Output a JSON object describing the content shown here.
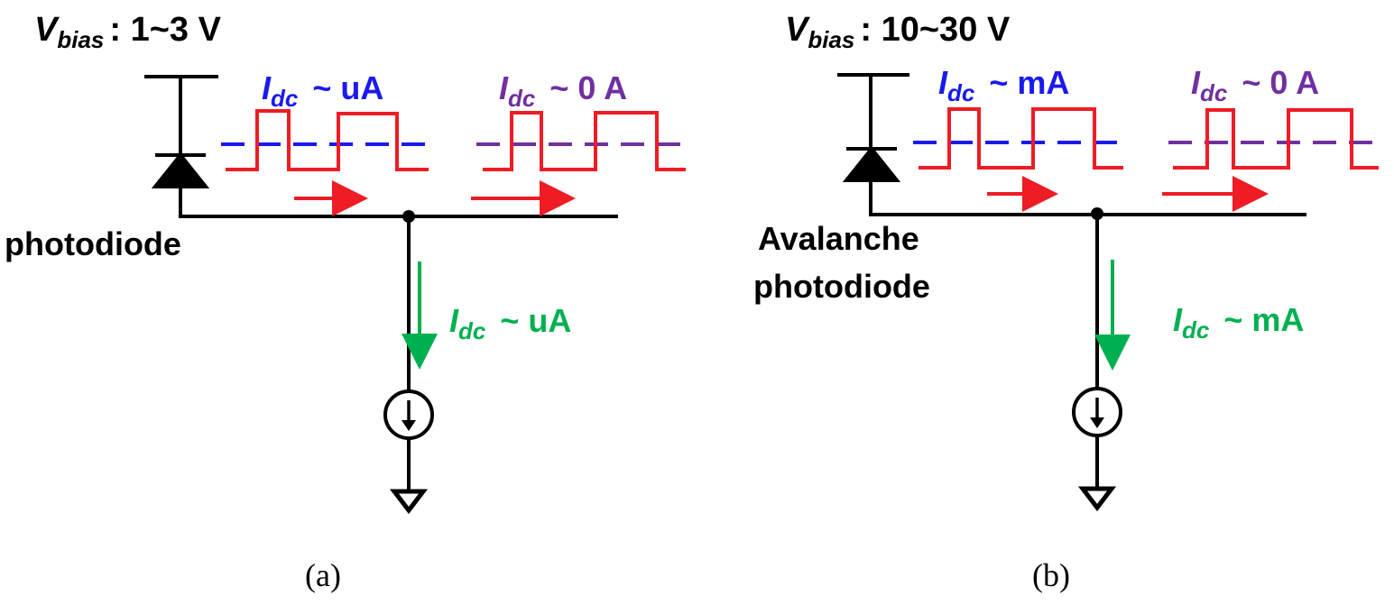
{
  "colors": {
    "wire": "#000000",
    "pulse": "#ee1c24",
    "blue": "#1a1aee",
    "purple": "#7030a0",
    "green": "#00b050"
  },
  "panels": [
    {
      "vbias": {
        "symbol": "V",
        "sub": "bias",
        "value": ": 1~3 V"
      },
      "device_label": [
        "photodiode"
      ],
      "idc_blue": {
        "symbol": "I",
        "sub": "dc",
        "value": " ~ uA"
      },
      "idc_purple": {
        "symbol": "I",
        "sub": "dc",
        "value": " ~ 0 A"
      },
      "idc_green": {
        "symbol": "I",
        "sub": "dc",
        "value": " ~  uA"
      },
      "caption": "(a)"
    },
    {
      "vbias": {
        "symbol": "V",
        "sub": "bias",
        "value": ": 10~30 V"
      },
      "device_label": [
        "Avalanche",
        "photodiode"
      ],
      "idc_blue": {
        "symbol": "I",
        "sub": "dc",
        "value": " ~ mA"
      },
      "idc_purple": {
        "symbol": "I",
        "sub": "dc",
        "value": " ~ 0 A"
      },
      "idc_green": {
        "symbol": "I",
        "sub": "dc",
        "value": " ~  mA"
      },
      "caption": "(b)"
    }
  ]
}
